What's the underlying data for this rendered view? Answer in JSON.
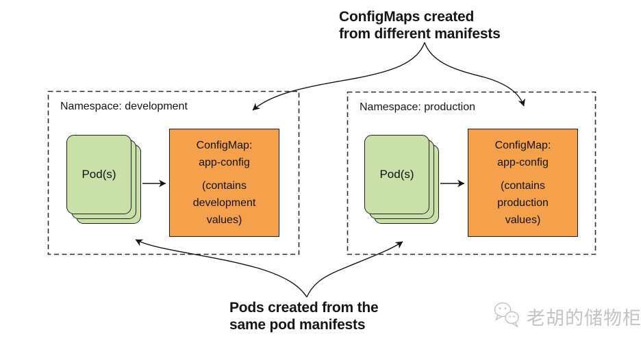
{
  "annotations": {
    "top": "ConfigMaps created\nfrom different manifests",
    "bottom": "Pods created from the\nsame pod manifests"
  },
  "namespaces": [
    {
      "label": "Namespace: development",
      "pod_label": "Pod(s)",
      "configmap_title": "ConfigMap:\napp-config",
      "configmap_detail": "(contains\ndevelopment\nvalues)"
    },
    {
      "label": "Namespace: production",
      "pod_label": "Pod(s)",
      "configmap_title": "ConfigMap:\napp-config",
      "configmap_detail": "(contains\nproduction\nvalues)"
    }
  ],
  "watermark": {
    "text": "老胡的储物柜",
    "icon": "wechat-logo-icon"
  },
  "colors": {
    "pod_fill": "#c9e0a9",
    "configmap_fill": "#f5a04b",
    "line": "#1f1f1f",
    "watermark_gray": "#c3c3c3"
  }
}
